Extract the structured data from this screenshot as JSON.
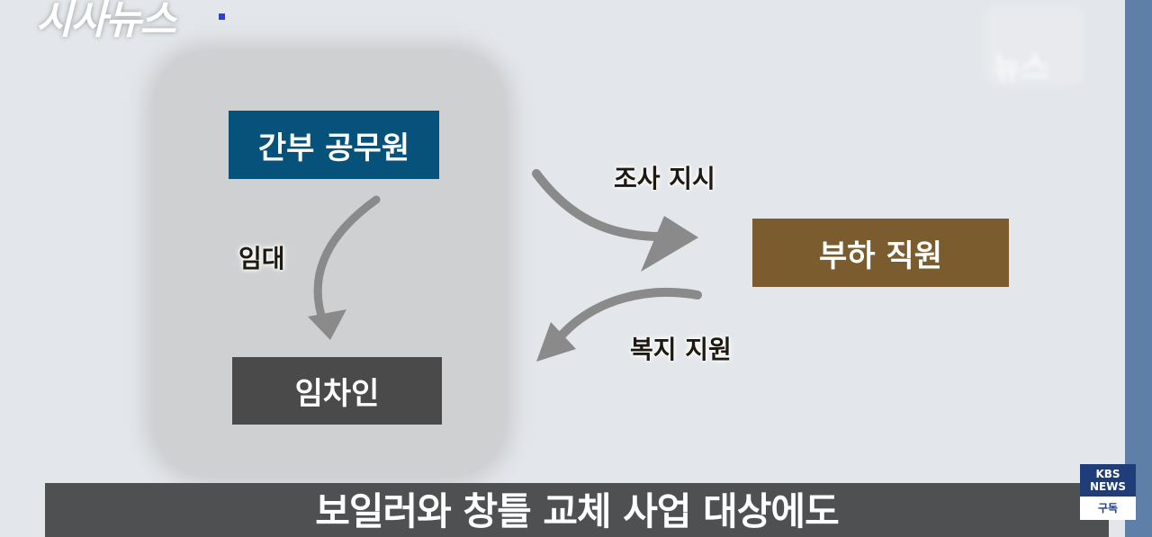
{
  "channel_logo": "시사뉴스",
  "watermark_text": "뉴스",
  "diagram": {
    "nodes": {
      "official": "간부 공무원",
      "tenant": "임차인",
      "subordinate": "부하 직원"
    },
    "edges": {
      "lease": "임대",
      "investigate_order": "조사 지시",
      "welfare_support": "복지 지원"
    },
    "colors": {
      "official": "#07527b",
      "tenant": "#4a4a4a",
      "subordinate": "#7b5c2e",
      "arrow": "#8a8a8a"
    }
  },
  "subtitle": "보일러와 창틀 교체 사업 대상에도",
  "kbs_badge": {
    "line1": "KBS",
    "line2": "NEWS",
    "subscribe": "구독"
  }
}
